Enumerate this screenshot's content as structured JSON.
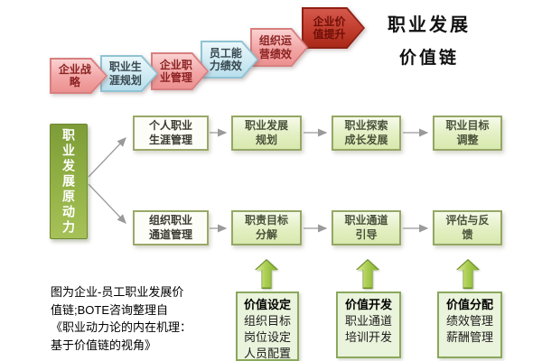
{
  "top_chain": {
    "arrows": [
      {
        "label": "企业战\n略",
        "type": "pink"
      },
      {
        "label": "职业生\n涯规划",
        "type": "blue"
      },
      {
        "label": "企业职\n业管理",
        "type": "pink"
      },
      {
        "label": "员工能\n力绩效",
        "type": "blue"
      },
      {
        "label": "组织运\n营绩效",
        "type": "pink"
      },
      {
        "label": "企业价\n值提升",
        "type": "red"
      }
    ]
  },
  "title": {
    "line1": "职业发展",
    "line2": "价值链"
  },
  "driver_box": {
    "label": "职业发展原动力"
  },
  "flow": {
    "row1": [
      "个人职业\n生涯管理",
      "职业发展\n规划",
      "职业探索\n成长发展",
      "职业目标\n调整"
    ],
    "row2": [
      "组织职业\n通道管理",
      "职责目标\n分解",
      "职业通道\n引导",
      "评估与反\n馈"
    ]
  },
  "bottom_boxes": [
    {
      "title": "价值设定",
      "lines": "组织目标\n岗位设定\n人员配置"
    },
    {
      "title": "价值开发",
      "lines": "职业通道\n培训开发"
    },
    {
      "title": "价值分配",
      "lines": "绩效管理\n薪酬管理"
    }
  ],
  "caption": "图为企业-员工职业发展价\n值链;BOTE咨询整理自\n《职业动力论的内在机理：\n基于价值链的视角》",
  "colors": {
    "pink_fill": "#f2a5a5",
    "pink_border": "#d97f7f",
    "pink_text": "#8c2222",
    "blue_fill": "#cfeaf3",
    "blue_border": "#8fc3d4",
    "blue_text": "#37474f",
    "red_fill": "#bf3a2b",
    "red_border": "#8e2015",
    "red_text": "#6e0f08",
    "driver_green": "#8fae3e",
    "flow_green_fill": "#dcebb2",
    "flow_border": "#95a766",
    "up_arrow_green": "#8cb832",
    "bottom_box_bg": "#eaf3dc",
    "connector_gray": "#9a9a9a"
  }
}
